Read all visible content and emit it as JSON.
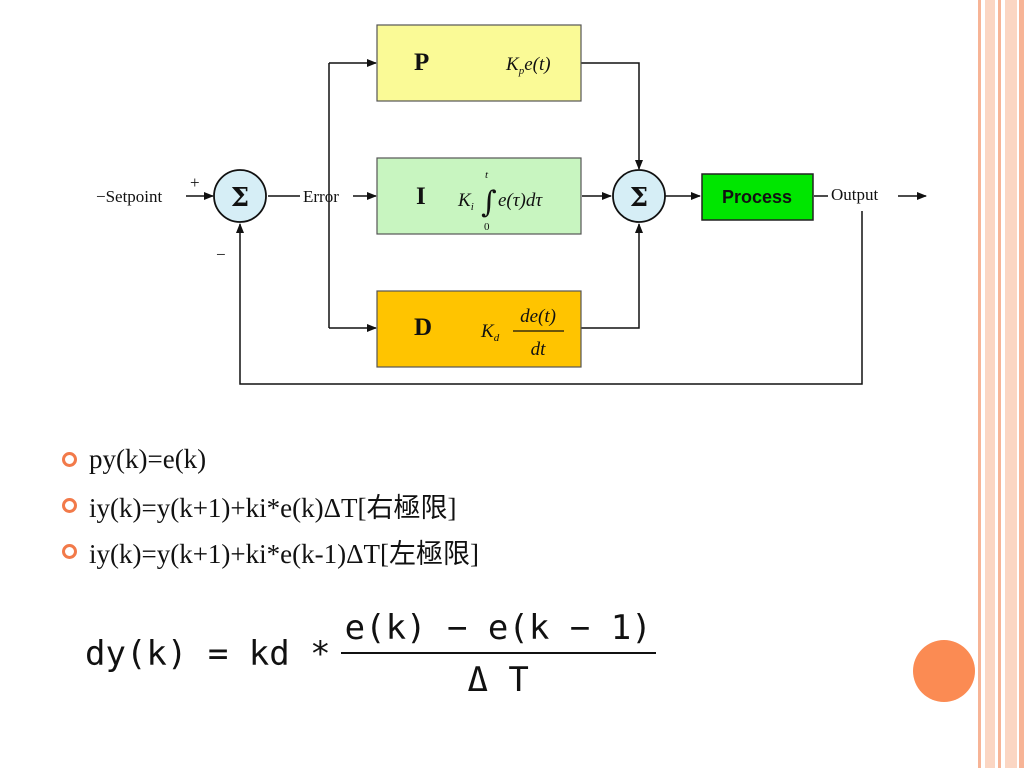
{
  "diagram": {
    "setpoint_label": "−Setpoint",
    "plus_sign": "+",
    "minus_sign": "−",
    "sum_symbol": "Σ",
    "error_label": "Error",
    "output_label": "Output",
    "process_label": "Process",
    "p_block": {
      "letter": "P",
      "formula_k": "K",
      "formula_sub": "p",
      "formula_rest": "e(t)",
      "color": "#fafa96"
    },
    "i_block": {
      "letter": "I",
      "formula_k": "K",
      "formula_sub": "i",
      "formula_rest": "e(τ)dτ",
      "upper_limit": "t",
      "lower_limit": "0",
      "integral_sign": "∫",
      "color": "#c8f5c0"
    },
    "d_block": {
      "letter": "D",
      "formula_k": "K",
      "formula_sub": "d",
      "numerator": "de(t)",
      "denominator": "dt",
      "color": "#ffc400"
    },
    "process_color": "#00e600",
    "sum_fill": "#d6eef6"
  },
  "bullets": [
    "py(k)=e(k)",
    "iy(k)=y(k+1)+ki*e(k)ΔT[右極限]",
    "iy(k)=y(k+1)+ki*e(k-1)ΔT[左極限]"
  ],
  "formula": {
    "lhs": "dy(k) = kd *",
    "numerator": "e(k) − e(k − 1)",
    "denominator": "Δ T"
  },
  "theme": {
    "accent": "#f27a4a",
    "stripe": "#f9c2a6"
  }
}
